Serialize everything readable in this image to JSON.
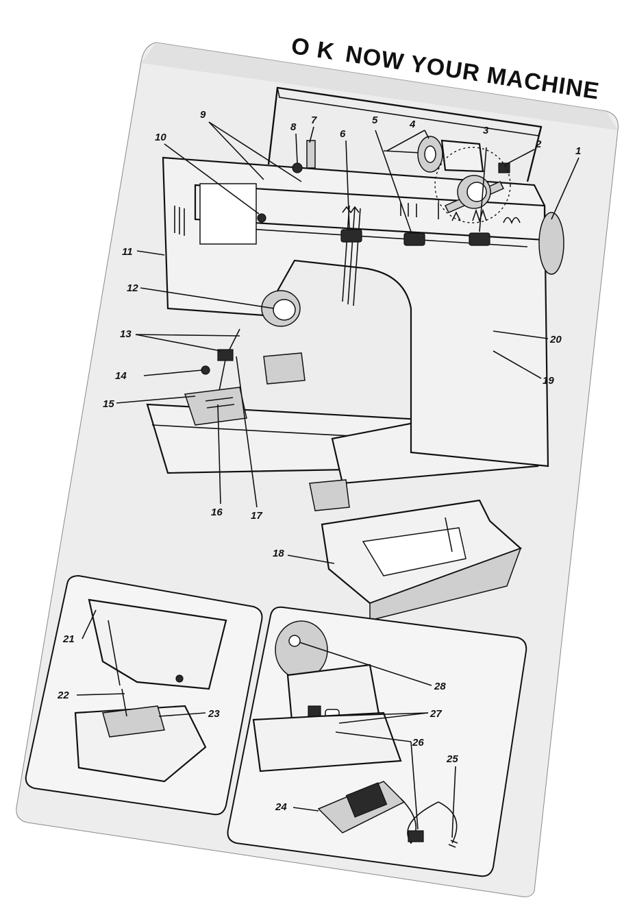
{
  "title": "NOW YOUR MACHINE",
  "title_prefix": "O K",
  "callouts": {
    "c1": "1",
    "c2": "2",
    "c3": "3",
    "c4": "4",
    "c5": "5",
    "c6": "6",
    "c7": "7",
    "c8": "8",
    "c9": "9",
    "c10": "10",
    "c11": "11",
    "c12": "12",
    "c13": "13",
    "c14": "14",
    "c15": "15",
    "c16": "16",
    "c17": "17",
    "c18": "18",
    "c19": "19",
    "c20": "20",
    "c21": "21",
    "c22": "22",
    "c23": "23",
    "c24": "24",
    "c25": "25",
    "c26": "26",
    "c27": "27",
    "c28": "28"
  },
  "colors": {
    "ink": "#111111",
    "paper": "#f2f2f2",
    "shade": "#cfcfcf"
  }
}
